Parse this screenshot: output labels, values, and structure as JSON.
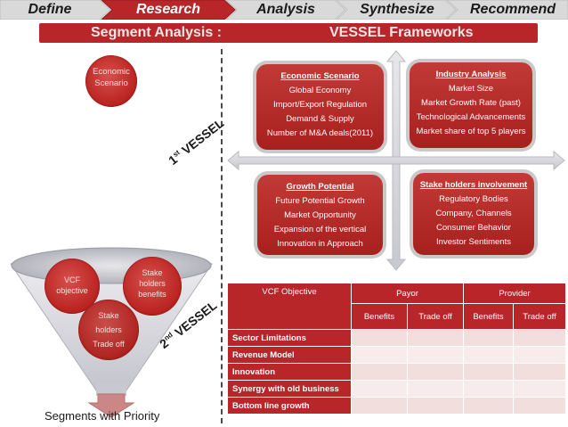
{
  "nav": {
    "steps": [
      "Define",
      "Research",
      "Analysis",
      "Synthesize",
      "Recommend"
    ],
    "active_index": 1
  },
  "header": {
    "left": "Segment Analysis :",
    "right": "VESSEL Frameworks"
  },
  "econ_bubble": {
    "line1": "Economic",
    "line2": "Scenario"
  },
  "quadrants": {
    "economic": {
      "title": "Economic Scenario",
      "items": [
        "Global Economy",
        "Import/Export Regulation",
        "Demand & Supply",
        "Number of M&A deals(2011)"
      ]
    },
    "industry": {
      "title": "Industry Analysis",
      "items": [
        "Market Size",
        "Market Growth Rate (past)",
        "Technological Advancements",
        "Market share of top 5 players"
      ]
    },
    "growth": {
      "title": "Growth Potential",
      "items": [
        "Future Potential Growth",
        "Market Opportunity",
        "Expansion of the vertical",
        "Innovation in Approach"
      ]
    },
    "stake": {
      "title": "Stake holders involvement",
      "items": [
        "Regulatory Bodies",
        "Company, Channels",
        "Consumer Behavior",
        "Investor Sentiments"
      ]
    }
  },
  "vessel_labels": {
    "first_num": "1",
    "first_sup": "st",
    "first_word": " VESSEL",
    "second_num": "2",
    "second_sup": "nd",
    "second_word": " VESSEL"
  },
  "funnel": {
    "vcf": {
      "line1": "VCF",
      "line2": "objective"
    },
    "stake": {
      "line1": "Stake",
      "line2": "holders",
      "line3": "benefits"
    },
    "stake2": {
      "line1": "Stake",
      "line2": "holders",
      "line3": "Trade off"
    },
    "caption": "Segments with Priority"
  },
  "table": {
    "col_vcf": "VCF Objective",
    "col_payor": "Payor",
    "col_provider": "Provider",
    "sub": [
      "Benefits",
      "Trade off",
      "Benefits",
      "Trade off"
    ],
    "rows": [
      "Sector Limitations",
      "Revenue Model",
      "Innovation",
      "Synergy with old business",
      "Bottom line growth"
    ]
  },
  "colors": {
    "accent": "#b8262a",
    "grey_chevron": "#d9d9d9"
  }
}
